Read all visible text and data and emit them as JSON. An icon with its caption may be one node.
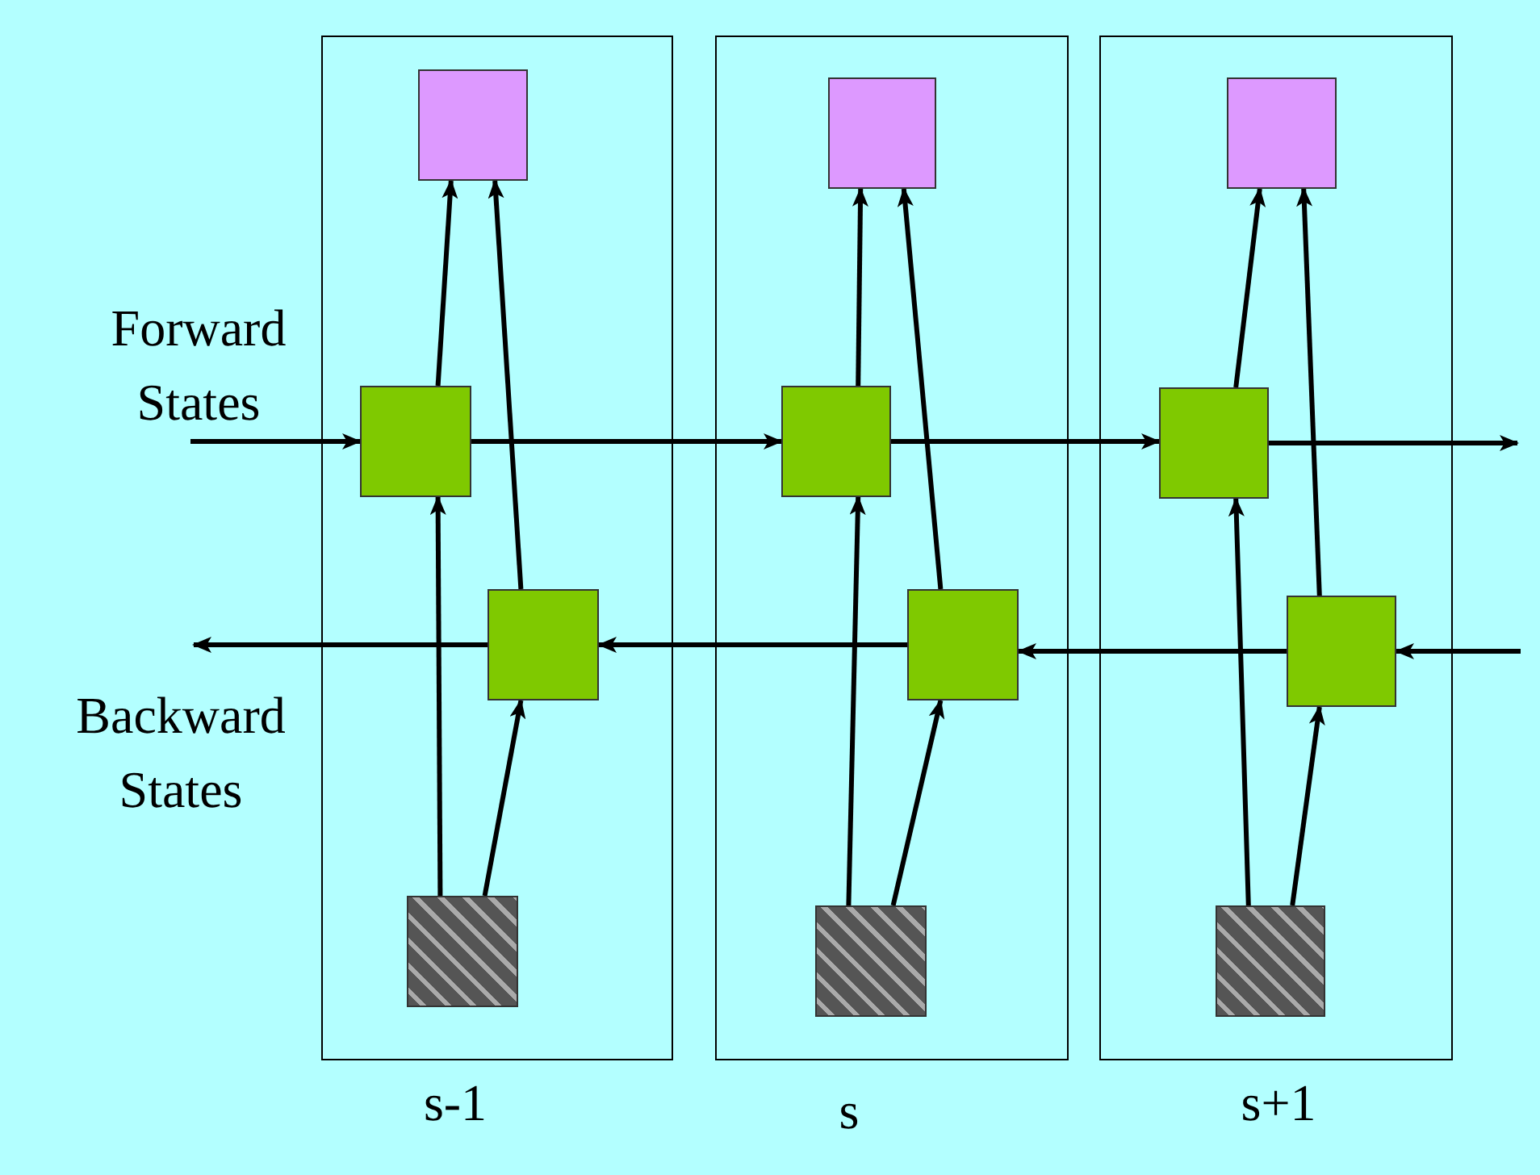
{
  "diagram": {
    "nodes": [
      {
        "text": [],
        "shape": "box",
        "beside": [
          "s-1"
        ]
      },
      {
        "text": [],
        "shape": "box",
        "in": 0
      },
      {
        "text": [],
        "shape": "box",
        "in": 0
      },
      {
        "text": [],
        "shape": "box",
        "in": 0
      },
      {
        "text": [],
        "shape": "box",
        "in": 0
      },
      {
        "text": [],
        "shape": "box",
        "beside": [
          "s"
        ]
      },
      {
        "text": [],
        "shape": "box",
        "in": 5
      },
      {
        "text": [],
        "shape": "box",
        "in": 5
      },
      {
        "text": [],
        "shape": "box",
        "in": 5
      },
      {
        "text": [],
        "shape": "box",
        "in": 5
      },
      {
        "text": [],
        "shape": "box",
        "beside": [
          "s+1"
        ]
      },
      {
        "text": [],
        "shape": "box",
        "in": 10
      },
      {
        "text": [],
        "shape": "box",
        "in": 10
      },
      {
        "text": [],
        "shape": "box",
        "in": 10
      },
      {
        "text": [],
        "shape": "box",
        "in": 10
      }
    ],
    "edges": [
      {
        "from": 4,
        "to": 2,
        "arrow": "to"
      },
      {
        "from": 4,
        "to": 3,
        "arrow": "to"
      },
      {
        "from": 2,
        "to": 1,
        "arrow": "to"
      },
      {
        "from": 3,
        "to": 1,
        "arrow": "to"
      },
      {
        "from": 9,
        "to": 7,
        "arrow": "to"
      },
      {
        "from": 9,
        "to": 8,
        "arrow": "to"
      },
      {
        "from": 7,
        "to": 6,
        "arrow": "to"
      },
      {
        "from": 8,
        "to": 6,
        "arrow": "to"
      },
      {
        "from": 14,
        "to": 12,
        "arrow": "to"
      },
      {
        "from": 14,
        "to": 13,
        "arrow": "to"
      },
      {
        "from": 12,
        "to": 11,
        "arrow": "to"
      },
      {
        "from": 13,
        "to": 11,
        "arrow": "to"
      },
      {
        "from": null,
        "to": 2,
        "arrow": "to"
      },
      {
        "from": 2,
        "to": 7,
        "arrow": "to"
      },
      {
        "from": 7,
        "to": 12,
        "arrow": "to"
      },
      {
        "from": 12,
        "to": null,
        "arrow": "to"
      },
      {
        "from": null,
        "to": 13,
        "arrow": "to"
      },
      {
        "from": 13,
        "to": 8,
        "arrow": "to"
      },
      {
        "from": 8,
        "to": 3,
        "arrow": "to"
      },
      {
        "from": 3,
        "to": null,
        "arrow": "to"
      }
    ],
    "labels": [
      "Forward States",
      "Backward States"
    ]
  }
}
